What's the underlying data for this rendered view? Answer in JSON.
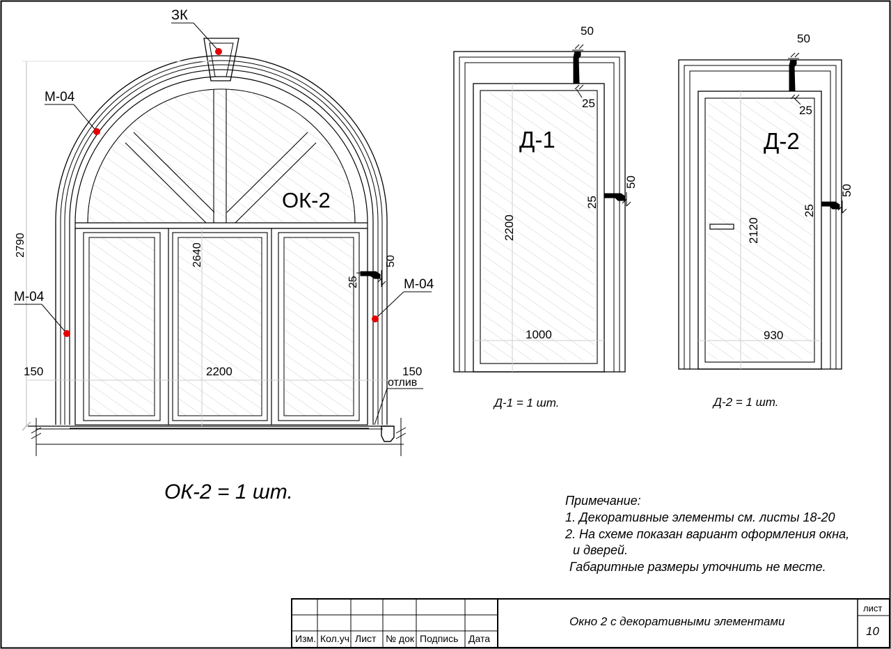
{
  "window": {
    "label": "ОК-2",
    "keystone_label": "ЗК",
    "molding_label_top": "М-04",
    "molding_label_left": "М-04",
    "molding_label_right": "М-04",
    "dim_total_height": "2790",
    "dim_inner_height": "2640",
    "dim_width": "2200",
    "dim_left_margin": "150",
    "dim_right_margin": "150",
    "dim_profile_w": "50",
    "dim_profile_d": "25",
    "sill_label": "отлив",
    "quantity": "ОК-2 = 1 шт."
  },
  "door1": {
    "label": "Д-1",
    "dim_height": "2200",
    "dim_width": "1000",
    "dim_profile_w_top": "50",
    "dim_profile_d_top": "25",
    "dim_profile_w_side": "50",
    "dim_profile_d_side": "25",
    "quantity": "Д-1 = 1 шт."
  },
  "door2": {
    "label": "Д-2",
    "dim_height": "2120",
    "dim_width": "930",
    "dim_profile_w_top": "50",
    "dim_profile_d_top": "25",
    "dim_profile_w_side": "50",
    "dim_profile_d_side": "25",
    "quantity": "Д-2 = 1 шт."
  },
  "notes": {
    "heading": "Примечание:",
    "line1": "1. Декоративные элементы см. листы 18-20",
    "line2": "2. На схеме показан вариант оформления  окна,",
    "line3": "и дверей.",
    "line4": "Габаритные размеры уточнить не месте."
  },
  "title_block": {
    "col_izm": "Изм.",
    "col_kol": "Кол.уч.",
    "col_list": "Лист",
    "col_ndok": "№ док",
    "col_podpis": "Подпись",
    "col_data": "Дата",
    "title": "Окно  2 с декоративными элементами",
    "sheet_label": "лист",
    "sheet_number": "10"
  },
  "colors": {
    "marker": "#e30000",
    "line": "#000000"
  }
}
